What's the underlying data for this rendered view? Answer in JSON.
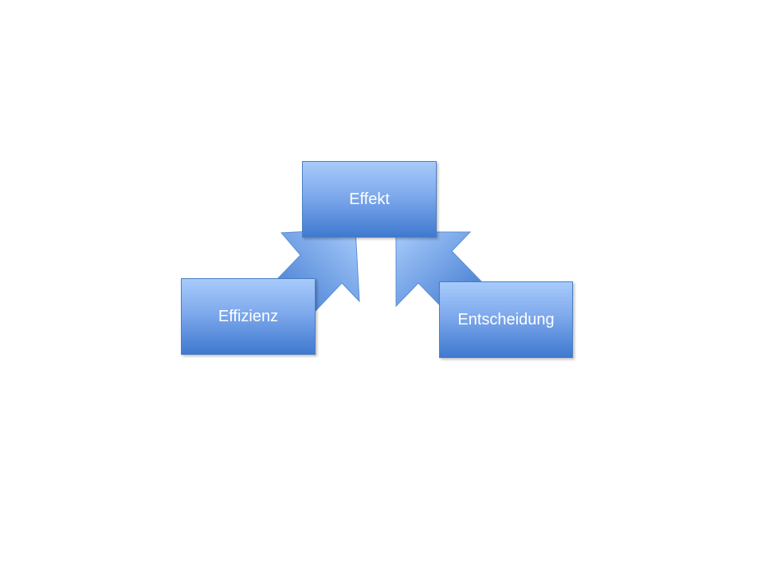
{
  "diagram": {
    "nodes": {
      "top": "Effekt",
      "left": "Effizienz",
      "right": "Entscheidung"
    },
    "edges": [
      {
        "from": "Effizienz",
        "to": "Effekt"
      },
      {
        "from": "Entscheidung",
        "to": "Effekt"
      }
    ],
    "colors": {
      "fill_light": "#a8cbfb",
      "fill_dark": "#3f79cf",
      "border": "#4a7ec2",
      "text": "#ffffff"
    }
  }
}
